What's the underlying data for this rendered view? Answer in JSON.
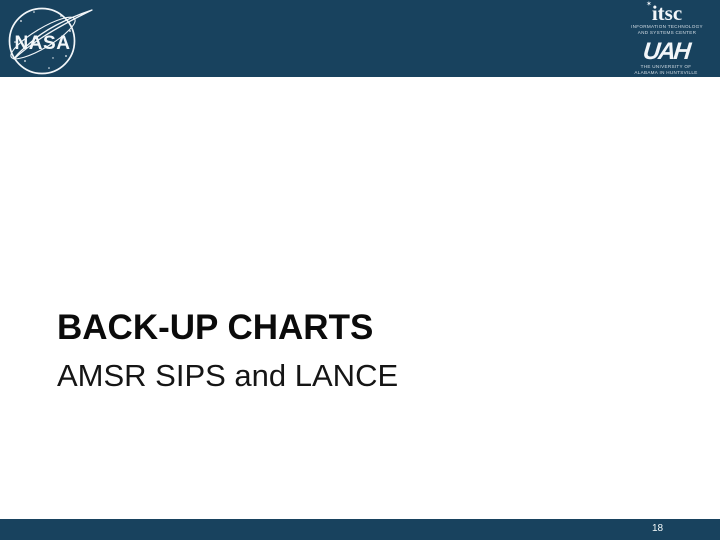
{
  "colors": {
    "navy": "#18425e",
    "background": "#ffffff",
    "title_text": "#0b0b0b",
    "logo_white": "#f2f6f9"
  },
  "header": {
    "nasa": {
      "wordmark": "NASA"
    },
    "itsc": {
      "wordmark": "itsc",
      "line1": "INFORMATION TECHNOLOGY",
      "line2": "AND SYSTEMS CENTER"
    },
    "uah": {
      "wordmark": "UAH",
      "line1": "THE UNIVERSITY OF",
      "line2": "ALABAMA IN HUNTSVILLE"
    }
  },
  "body": {
    "title": "BACK-UP CHARTS",
    "subtitle": "AMSR SIPS and LANCE"
  },
  "footer": {
    "page_number": "18"
  }
}
